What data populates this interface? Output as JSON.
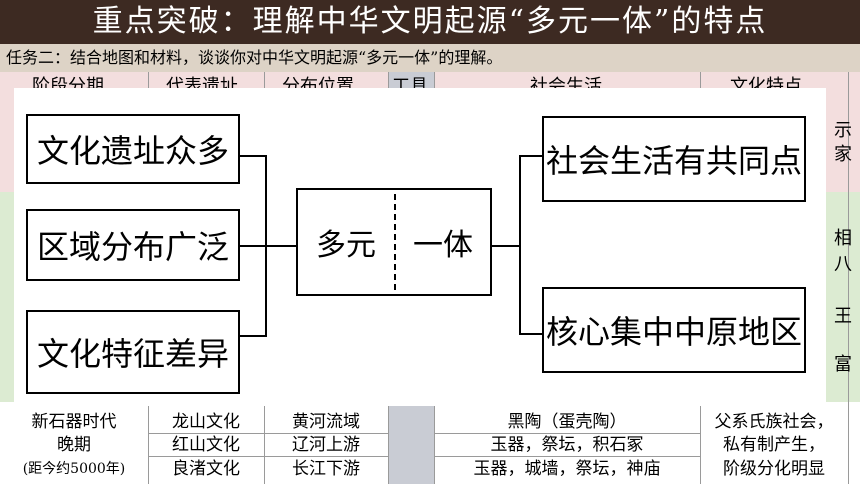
{
  "header": {
    "title": "重点突破：理解中华文明起源“多元一体”的特点"
  },
  "task": {
    "text": "任务二：结合地图和材料，谈谈你对中华文明起源“多元一体”的理解。"
  },
  "table_fragments": {
    "header_cells": [
      "阶段分期",
      "代表遗址",
      "分布位置",
      "工具",
      "社会生活",
      "文化特点"
    ],
    "right_edge_chars": [
      "示",
      "家",
      "相",
      "八",
      "王",
      "富"
    ],
    "period": [
      "新石器时代",
      "晚期",
      "(距今约5000年)"
    ],
    "rows": [
      {
        "site": "龙山文化",
        "location": "黄河流域",
        "life": "黑陶（蛋壳陶）"
      },
      {
        "site": "红山文化",
        "location": "辽河上游",
        "life": "玉器，祭坛，积石冢"
      },
      {
        "site": "良渚文化",
        "location": "长江下游",
        "life": "玉器，城墙，祭坛，神庙"
      }
    ],
    "feature": [
      "父系氏族社会，",
      "私有制产生，",
      "阶级分化明显"
    ]
  },
  "diagram": {
    "left_boxes": [
      "文化遗址众多",
      "区域分布广泛",
      "文化特征差异"
    ],
    "center_left": "多元",
    "center_right": "一体",
    "right_boxes": [
      "社会生活有共同点",
      "核心集中中原地区"
    ]
  }
}
